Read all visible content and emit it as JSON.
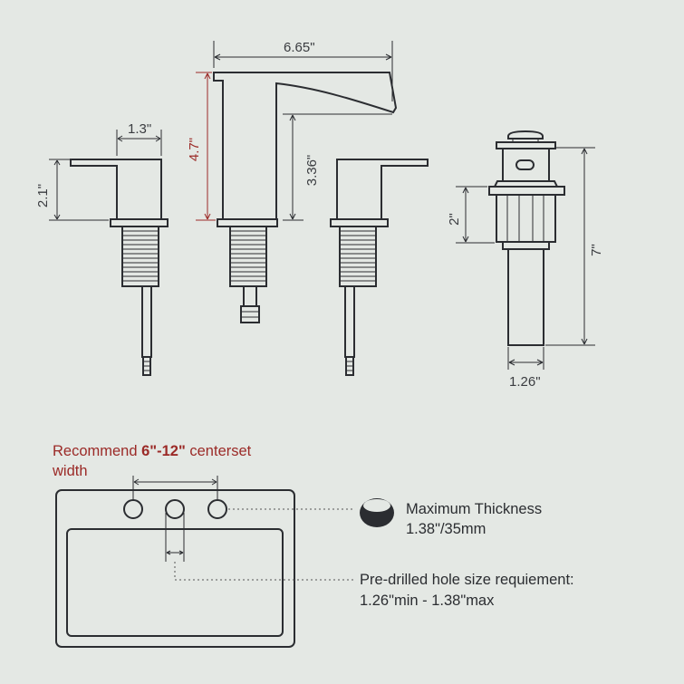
{
  "dimensions": {
    "spout_length": "6.65\"",
    "spout_height": "4.7\"",
    "spout_clearance": "3.36\"",
    "handle_width": "1.3\"",
    "handle_height": "2.1\"",
    "drain_top": "2\"",
    "drain_height": "7\"",
    "drain_diameter": "1.26\""
  },
  "recommend": {
    "prefix": "Recommend ",
    "range": "6\"-12\"",
    "suffix": " centerset",
    "line2": "width"
  },
  "notes": {
    "thickness_title": "Maximum Thickness",
    "thickness_value": "1.38\"/35mm",
    "hole_title": "Pre-drilled hole size requiement:",
    "hole_value": "1.26\"min - 1.38\"max"
  },
  "colors": {
    "background": "#e4e8e4",
    "line": "#2b2d31",
    "accent": "#9b2a27"
  }
}
